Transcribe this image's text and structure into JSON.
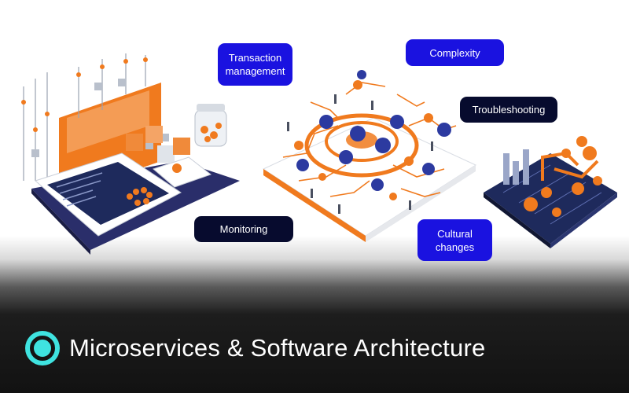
{
  "labels": {
    "transaction": "Transaction management",
    "complexity": "Complexity",
    "troubleshooting": "Troubleshooting",
    "monitoring": "Monitoring",
    "cultural": "Cultural changes"
  },
  "caption": {
    "title": "Microservices & Software Architecture"
  },
  "colors": {
    "accent_orange": "#f07a1e",
    "pill_blue": "#1a12e0",
    "pill_dark": "#070b2e",
    "logo_cyan": "#3fe3e0"
  }
}
